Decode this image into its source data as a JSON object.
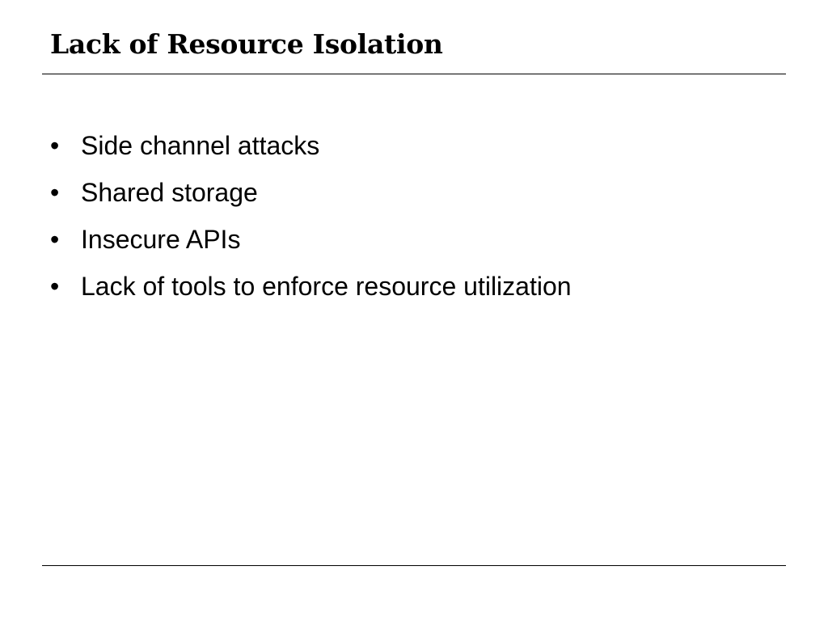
{
  "slide": {
    "title": "Lack of Resource Isolation",
    "bullet_symbol": "•",
    "bullets": [
      "Side channel attacks",
      "Shared storage",
      "Insecure APIs",
      "Lack of tools to enforce resource utilization"
    ]
  }
}
